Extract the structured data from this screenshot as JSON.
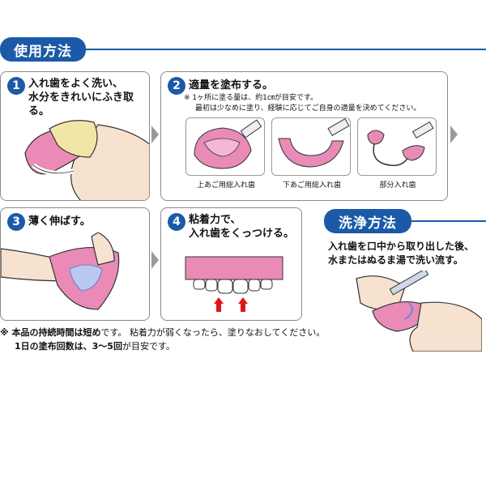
{
  "usage_title": "使用方法",
  "wash_title": "洗浄方法",
  "steps": [
    {
      "num": "1",
      "lines": [
        "入れ歯をよく洗い、",
        "水分をきれいにふき取る。"
      ]
    },
    {
      "num": "2",
      "lines": [
        "適量を塗布する。"
      ],
      "notes": [
        "※ 1ヶ所に塗る量は、約1㎝が目安です。",
        "最初は少なめに塗り、経験に応じてご自身の適量を決めてください。"
      ],
      "captions": [
        "上あご用総入れ歯",
        "下あご用総入れ歯",
        "部分入れ歯"
      ]
    },
    {
      "num": "3",
      "lines": [
        "薄く伸ばす。"
      ]
    },
    {
      "num": "4",
      "lines": [
        "粘着力で、",
        "入れ歯をくっつける。"
      ]
    }
  ],
  "wash_text": [
    "入れ歯を口中から取り出した後、",
    "水またはぬるま湯で洗い流す。"
  ],
  "footnote": {
    "line1_bold": "※ 本品の持続時間は短め",
    "line1_rest": "です。 粘着力が弱くなったら、塗りなおしてください。",
    "line2_bold": "1日の塗布回数は、3～5回",
    "line2_rest": "が目安です。"
  },
  "colors": {
    "accent": "#1c5aa8",
    "gum": "#e98bb6",
    "tooth": "#ffffff",
    "arrow": "#e0141e",
    "skin": "#f7e1cf"
  }
}
